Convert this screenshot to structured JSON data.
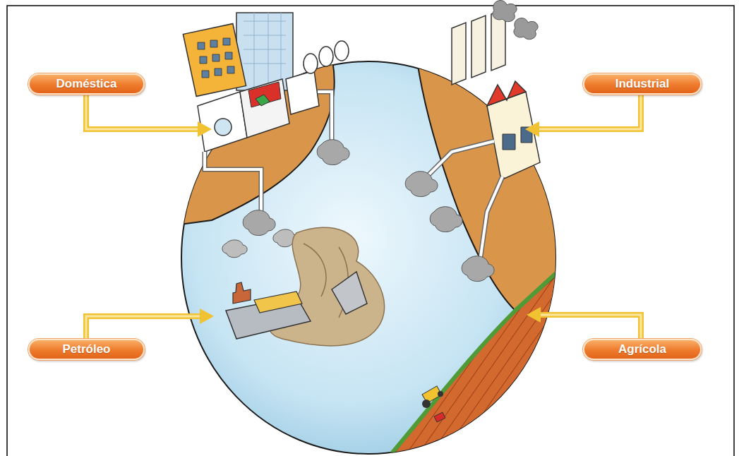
{
  "diagram": {
    "nodes": [
      {
        "text": [
          "Doméstica"
        ]
      },
      {
        "text": [
          "Industrial"
        ]
      },
      {
        "text": [
          "Petróleo"
        ]
      },
      {
        "text": [
          "Agrícola"
        ]
      }
    ]
  }
}
